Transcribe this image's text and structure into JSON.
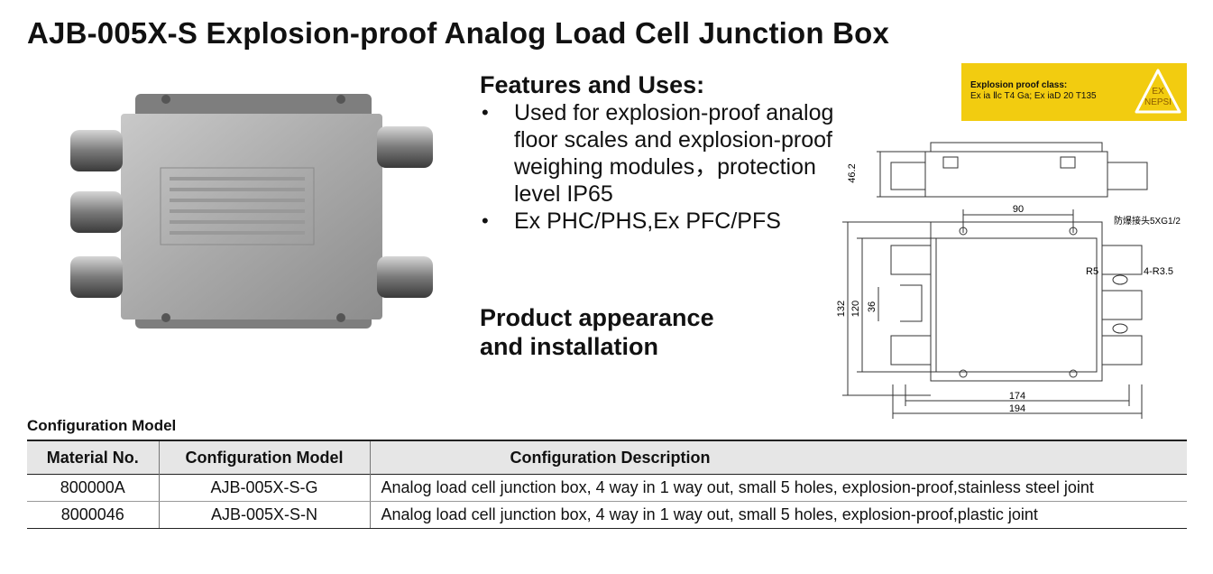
{
  "title": "AJB-005X-S Explosion-proof Analog Load Cell Junction Box",
  "features": {
    "heading": "Features and Uses:",
    "items": [
      "Used for explosion-proof analog floor scales and explosion-proof weighing modules，protection level IP65",
      "Ex PHC/PHS,Ex PFC/PFS"
    ]
  },
  "appearance_heading_line1": "Product appearance",
  "appearance_heading_line2": "and installation",
  "explosion_class": {
    "label": "Explosion proof class:",
    "value": "Ex ia  Ⅱc T4 Ga; Ex iaD  20  T135",
    "mark_top": "EX",
    "mark_bottom": "NEPSI"
  },
  "drawing": {
    "dim_height": "46.2",
    "dim_90": "90",
    "dim_132": "132",
    "dim_120": "120",
    "dim_36": "36",
    "dim_174": "174",
    "dim_194": "194",
    "label_joint": "防爆接头5XG1/2",
    "label_r5": "R5",
    "label_holes": "4-R3.5"
  },
  "config_label": "Configuration Model",
  "table": {
    "headers": [
      "Material No.",
      "Configuration Model",
      "Configuration Description"
    ],
    "rows": [
      [
        "800000A",
        "AJB-005X-S-G",
        "Analog load cell junction box, 4 way in  1 way out, small 5 holes, explosion-proof,stainless steel joint"
      ],
      [
        "8000046",
        "AJB-005X-S-N",
        "Analog load cell junction box, 4 way in  1 way out, small 5 holes, explosion-proof,plastic joint"
      ]
    ]
  },
  "colors": {
    "ex_badge": "#f2cc10",
    "header_bg": "#e6e6e6"
  }
}
